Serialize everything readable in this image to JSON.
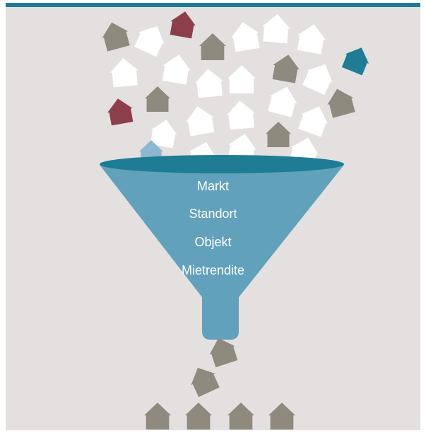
{
  "funnel": {
    "criteria": [
      "Markt",
      "Standort",
      "Objekt",
      "Mietrendite"
    ]
  },
  "colors": {
    "accent_bar": "#1f7c95",
    "background": "#e3e0df",
    "funnel_body": "#62a1bb",
    "funnel_rim": "#1f7c95",
    "house_white": "#ffffff",
    "house_grey": "#8f8a7e",
    "house_red": "#8c3f4b",
    "house_teal": "#1f7c95",
    "house_light_blue": "#8db7cf"
  },
  "icons": {
    "house": "house-icon",
    "funnel": "funnel-icon"
  }
}
